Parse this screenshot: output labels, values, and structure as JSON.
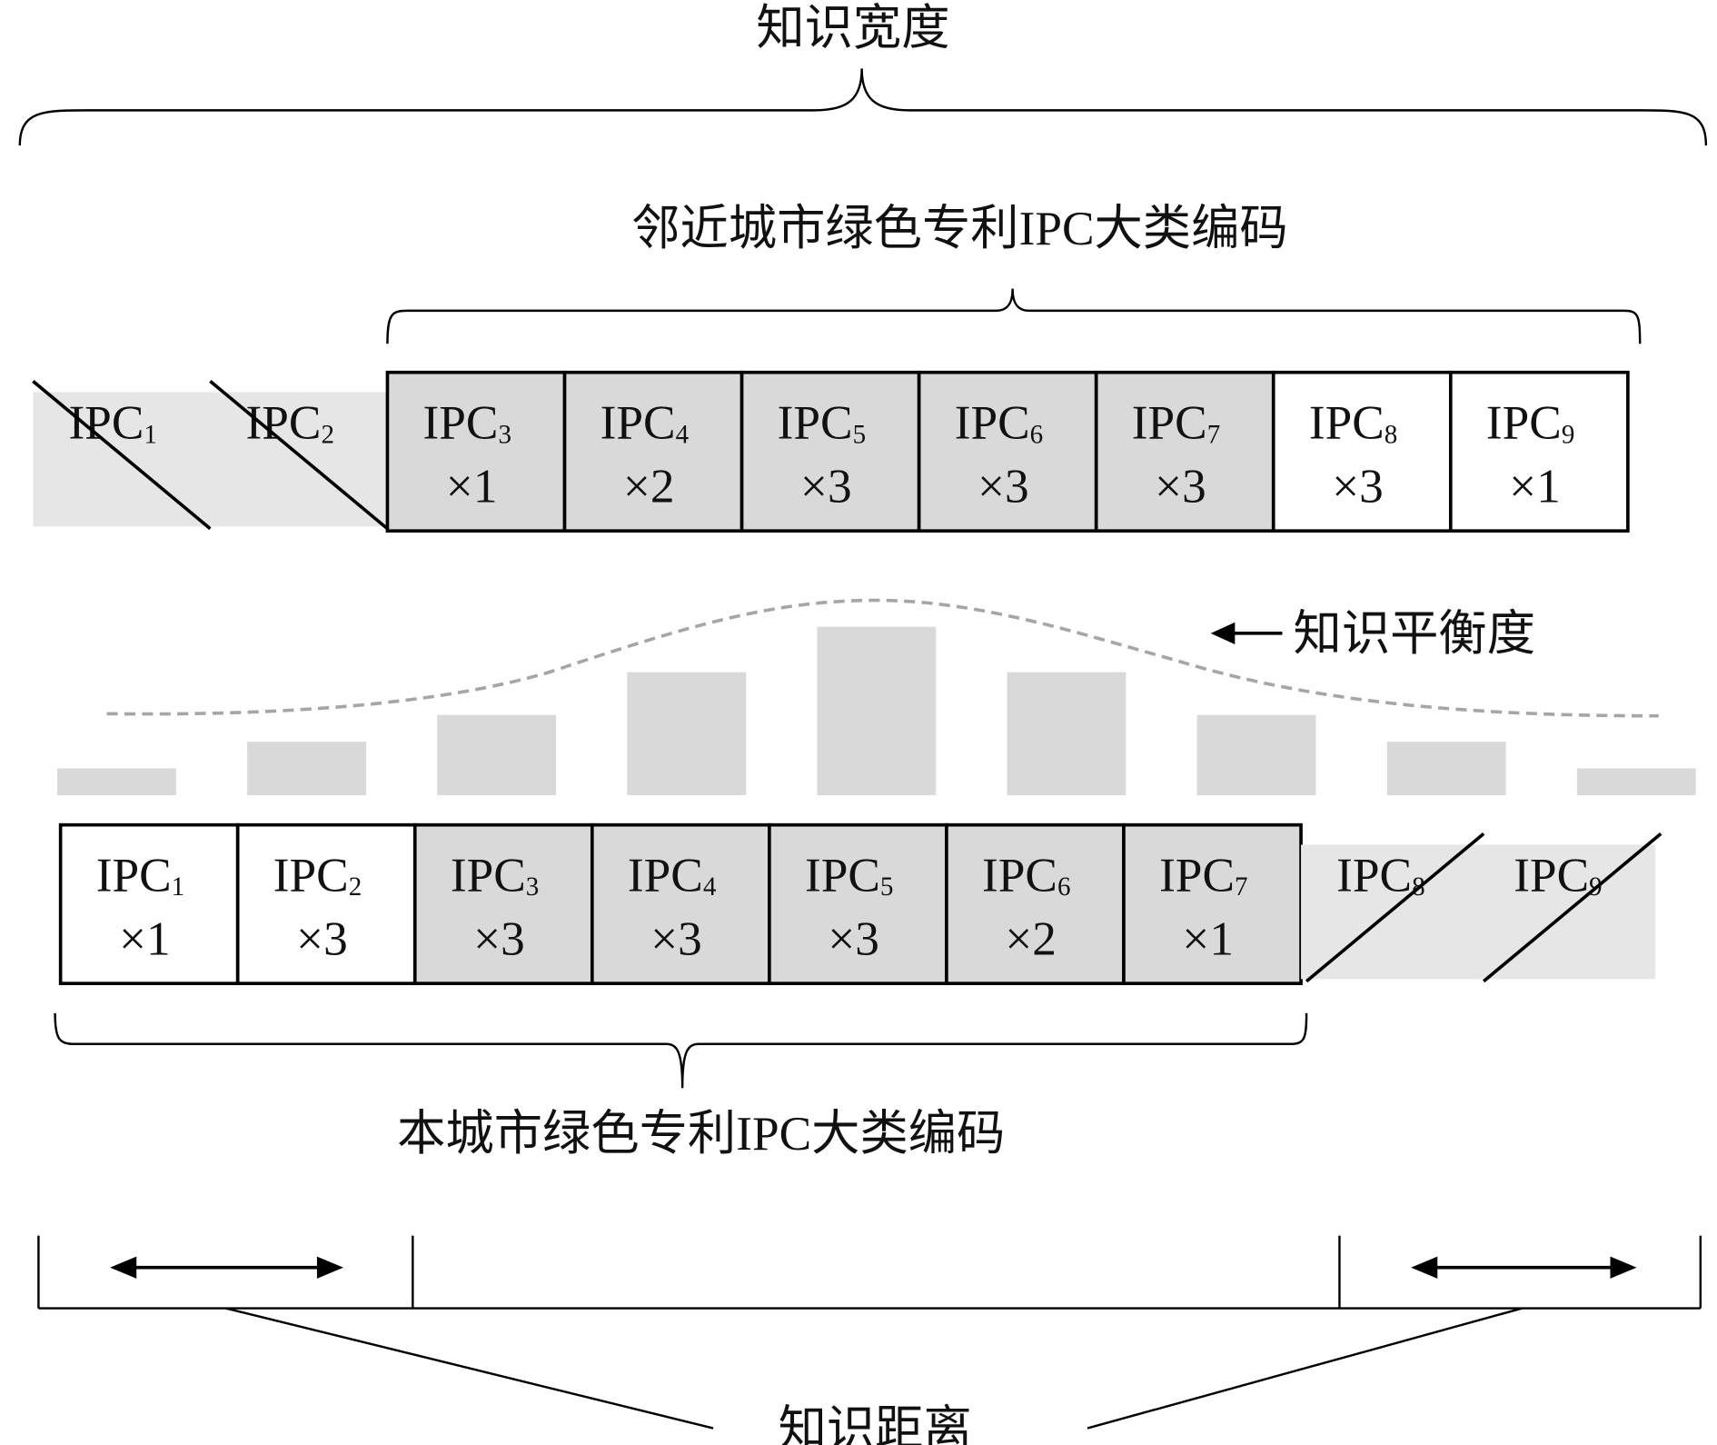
{
  "labels": {
    "knowledge_breadth": "知识宽度",
    "neighbor_codes": "邻近城市绿色专利IPC大类编码",
    "knowledge_balance": "知识平衡度",
    "local_codes": "本城市绿色专利IPC大类编码",
    "knowledge_distance": "知识距离"
  },
  "colors": {
    "cell_gray": "#d9d9d9",
    "excluded_gray": "#e6e6e6",
    "bar_gray": "#d9d9d9",
    "curve": "#a6a6a6",
    "line": "#000000"
  },
  "neighbor_row": [
    {
      "code": "IPC",
      "sub": "1",
      "count": "",
      "state": "excluded"
    },
    {
      "code": "IPC",
      "sub": "2",
      "count": "",
      "state": "excluded"
    },
    {
      "code": "IPC",
      "sub": "3",
      "count": "×1",
      "state": "shared"
    },
    {
      "code": "IPC",
      "sub": "4",
      "count": "×2",
      "state": "shared"
    },
    {
      "code": "IPC",
      "sub": "5",
      "count": "×3",
      "state": "shared"
    },
    {
      "code": "IPC",
      "sub": "6",
      "count": "×3",
      "state": "shared"
    },
    {
      "code": "IPC",
      "sub": "7",
      "count": "×3",
      "state": "shared"
    },
    {
      "code": "IPC",
      "sub": "8",
      "count": "×3",
      "state": "unique"
    },
    {
      "code": "IPC",
      "sub": "9",
      "count": "×1",
      "state": "unique"
    }
  ],
  "local_row": [
    {
      "code": "IPC",
      "sub": "1",
      "count": "×1",
      "state": "unique"
    },
    {
      "code": "IPC",
      "sub": "2",
      "count": "×3",
      "state": "unique"
    },
    {
      "code": "IPC",
      "sub": "3",
      "count": "×3",
      "state": "shared"
    },
    {
      "code": "IPC",
      "sub": "4",
      "count": "×3",
      "state": "shared"
    },
    {
      "code": "IPC",
      "sub": "5",
      "count": "×3",
      "state": "shared"
    },
    {
      "code": "IPC",
      "sub": "6",
      "count": "×2",
      "state": "shared"
    },
    {
      "code": "IPC",
      "sub": "7",
      "count": "×1",
      "state": "shared"
    },
    {
      "code": "IPC",
      "sub": "8",
      "count": "",
      "state": "excluded"
    },
    {
      "code": "IPC",
      "sub": "9",
      "count": "",
      "state": "excluded"
    }
  ],
  "balance_bars": [
    1,
    2,
    3,
    4.6,
    6.3,
    4.6,
    3,
    2,
    1
  ]
}
